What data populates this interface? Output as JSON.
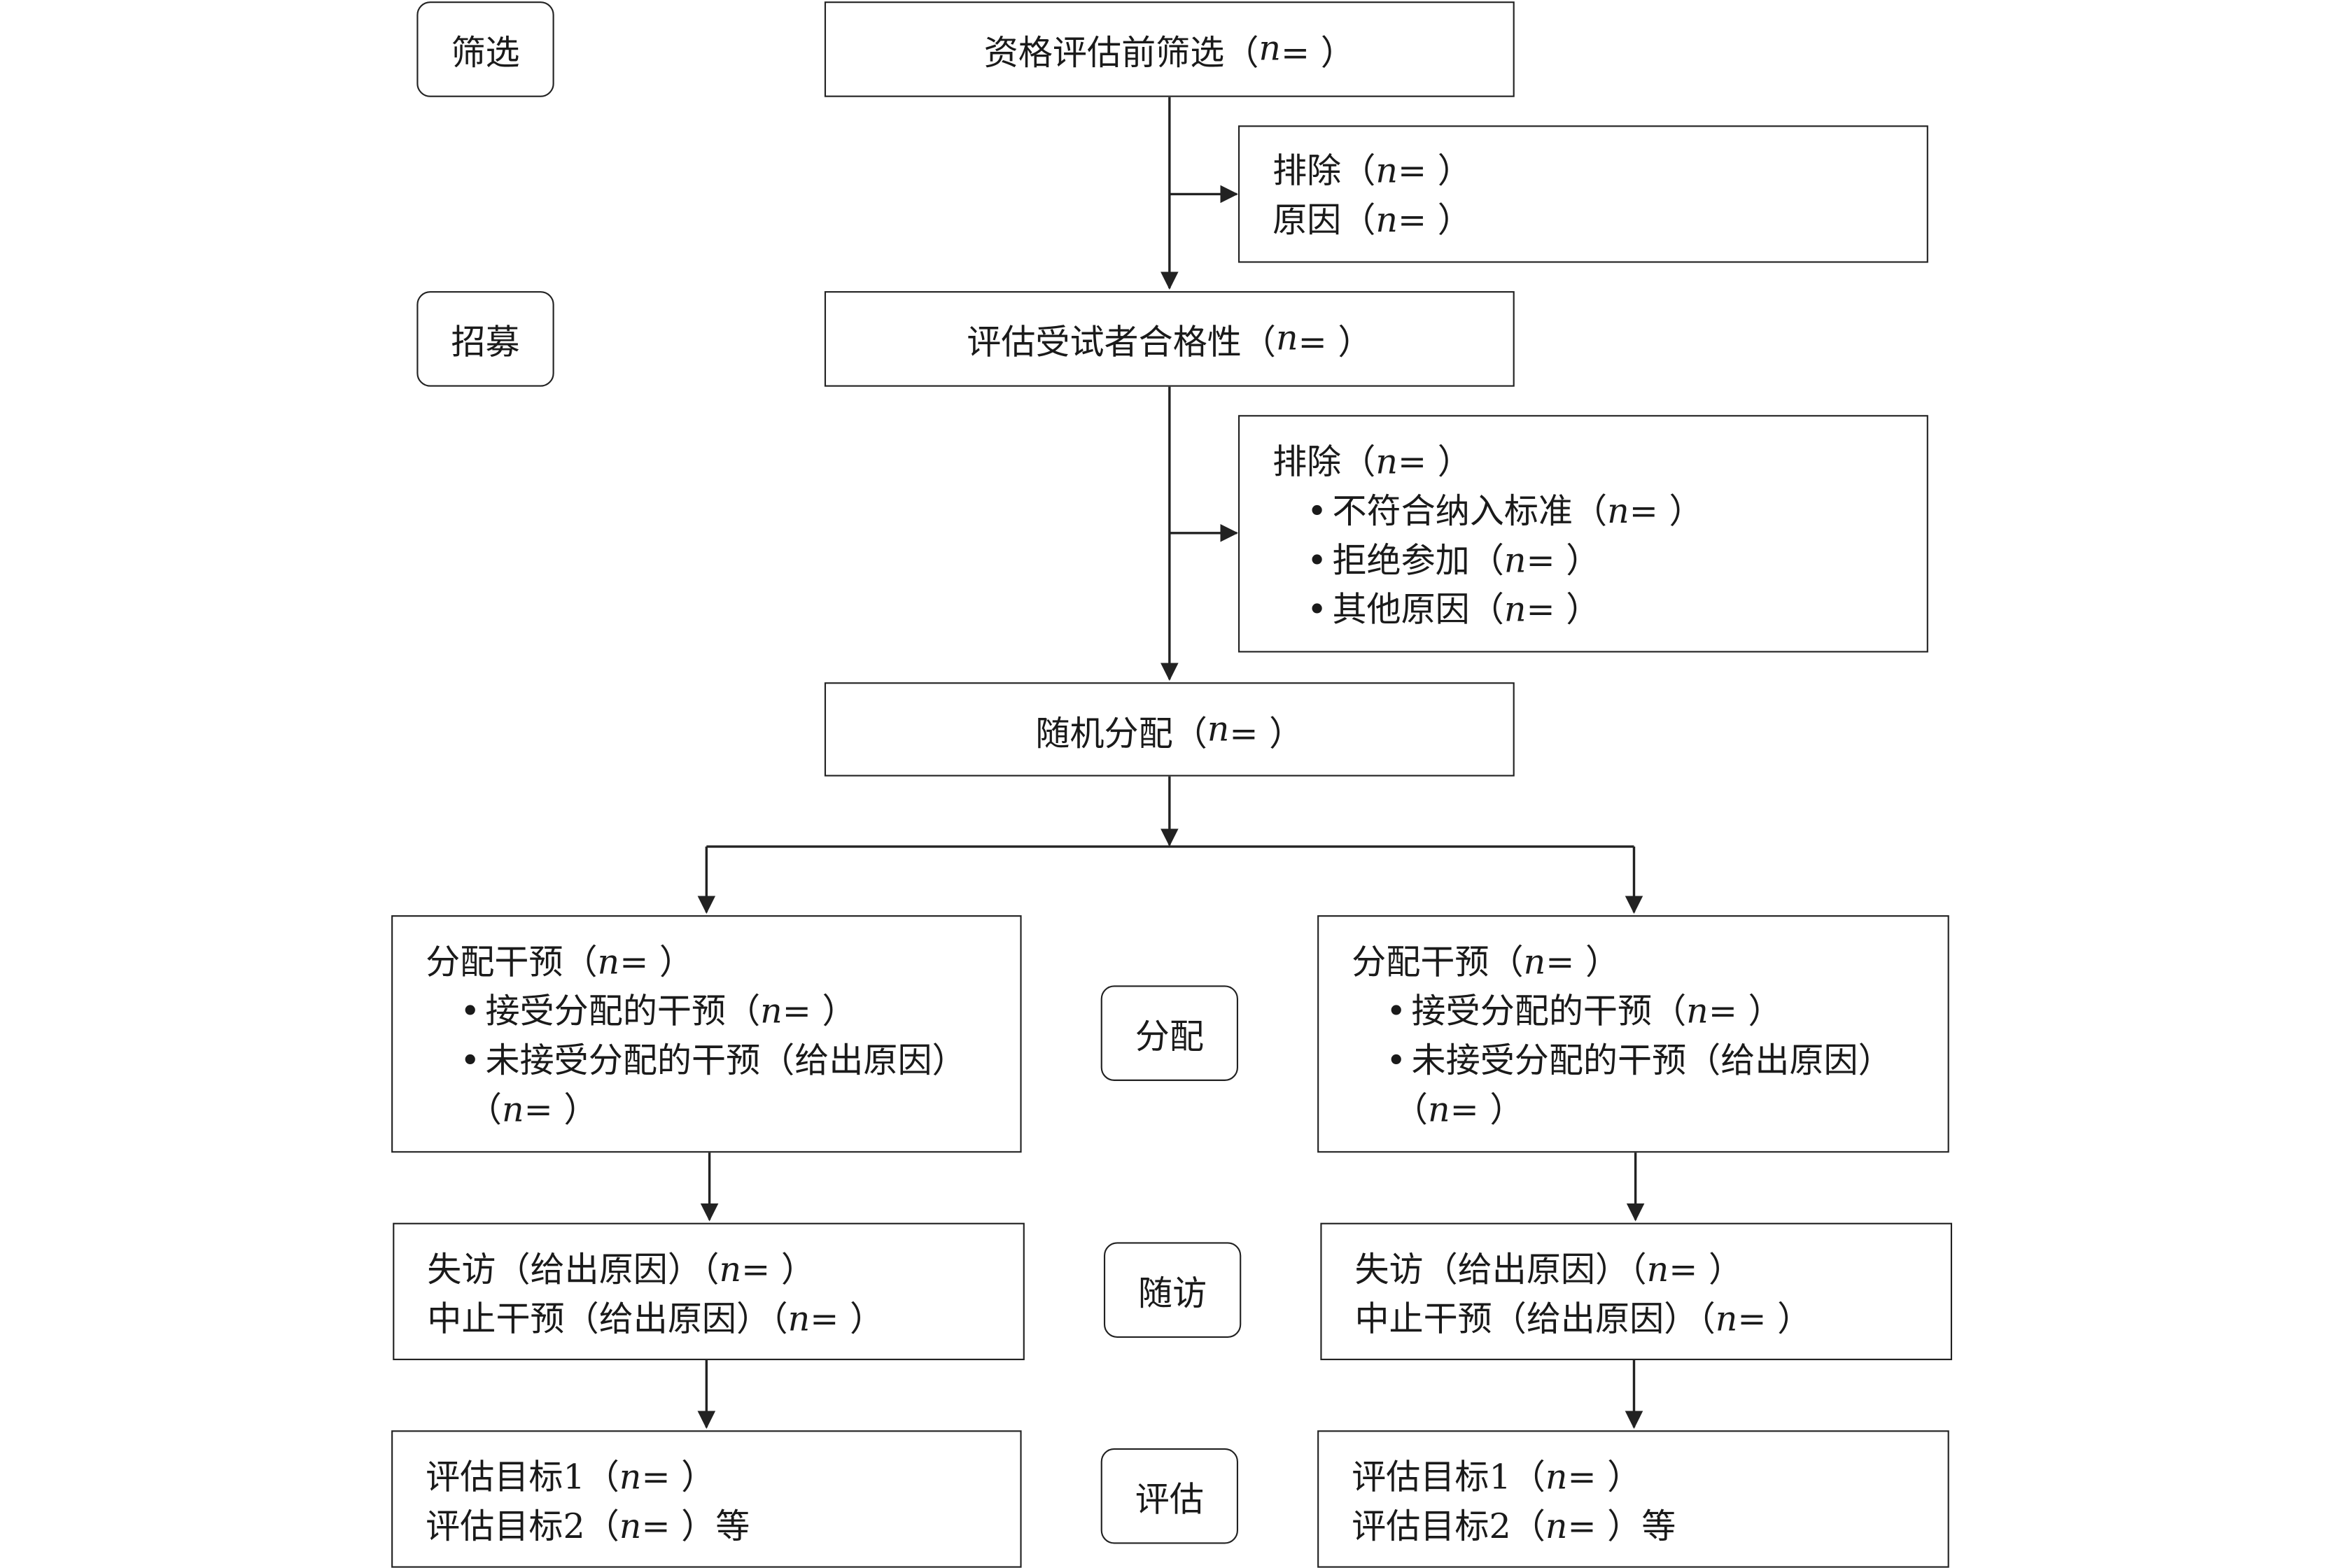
{
  "stage_labels": {
    "screening": "筛选",
    "enrollment": "招募",
    "allocation": "分配",
    "follow_up": "随访",
    "analysis": "评估"
  },
  "n_label": "n",
  "n_suffix": "=  ）",
  "n_suffix_short": "= ）",
  "paren_open": "（",
  "screening_box": {
    "text": "资格评估前筛选"
  },
  "exclusion_1": {
    "line1": "排除",
    "line2": "原因"
  },
  "eligibility_box": {
    "text": "评估受试者合格性"
  },
  "exclusion_2": {
    "title": "排除",
    "items": [
      "不符合纳入标准",
      "拒绝参加",
      "其他原因"
    ]
  },
  "randomization_box": {
    "text": "随机分配"
  },
  "arms": [
    {
      "allocated": "分配干预",
      "received": "接受分配的干预",
      "not_received": "未接受分配的干预（给出原因）",
      "lost": "失访（给出原因）",
      "discontinued": "中止干预（给出原因）",
      "outcome1": "评估目标1",
      "outcome2": "评估目标2",
      "etc": "等"
    },
    {
      "allocated": "分配干预",
      "received": "接受分配的干预",
      "not_received": "未接受分配的干预（给出原因）",
      "lost": "失访（给出原因）",
      "discontinued": "中止干预（给出原因）",
      "outcome1": "评估目标1",
      "outcome2": "评估目标2",
      "etc": "等"
    }
  ]
}
